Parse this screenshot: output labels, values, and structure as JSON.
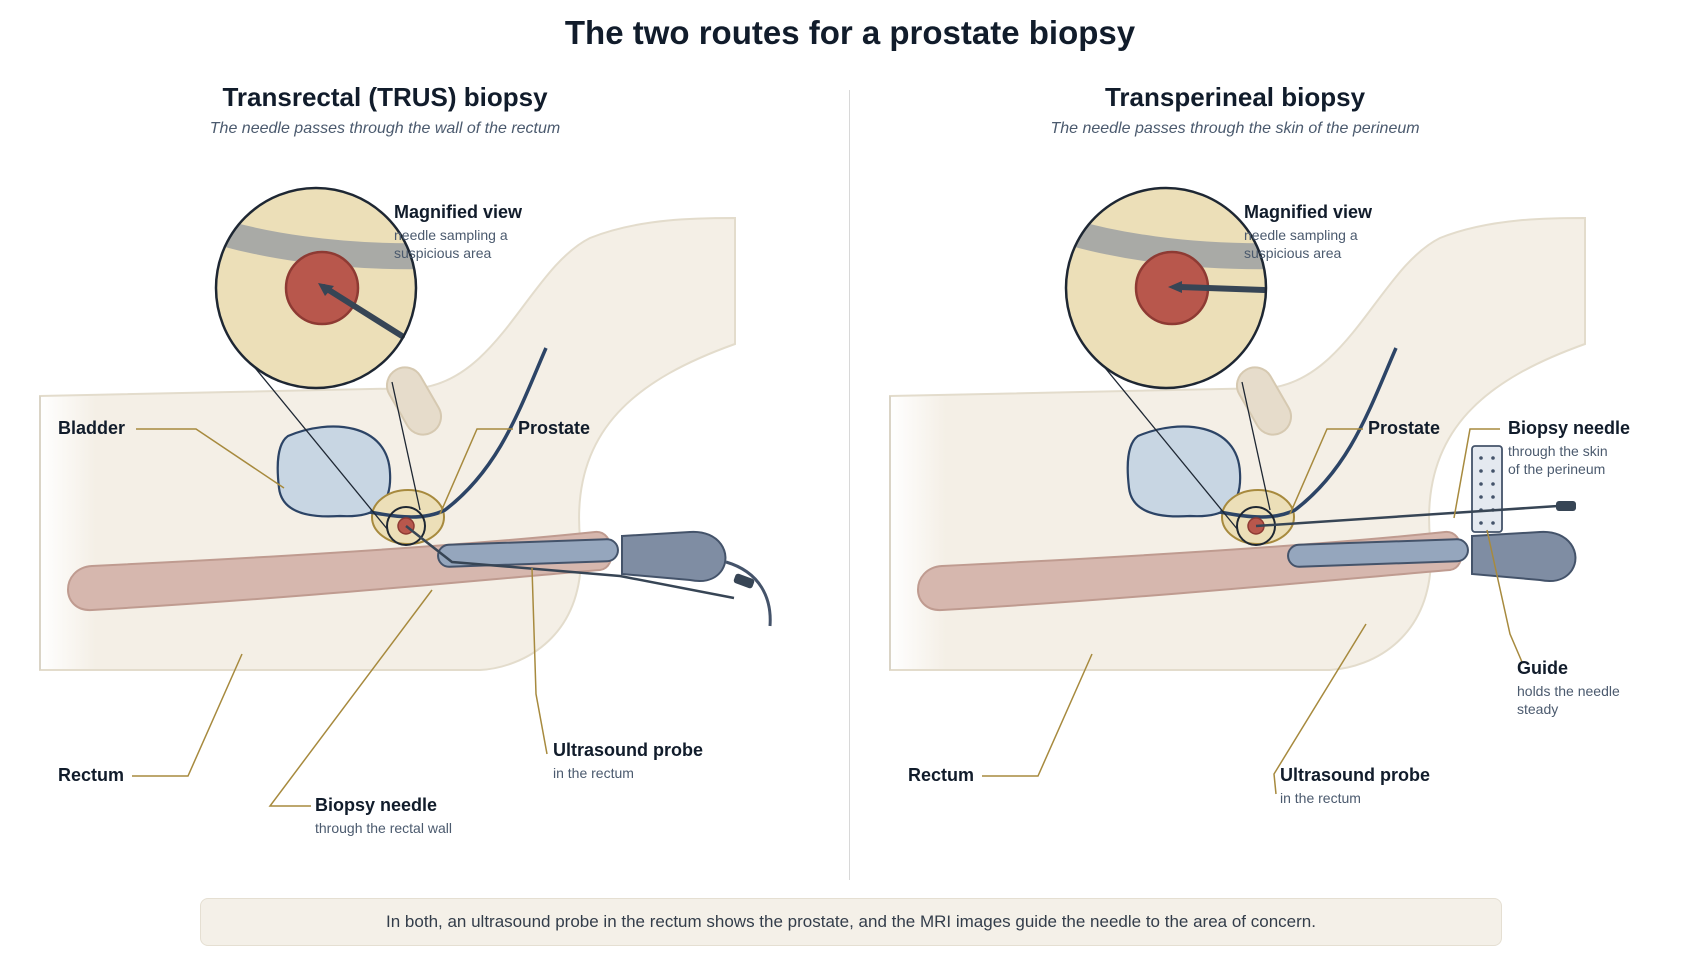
{
  "title": "The two routes for a prostate biopsy",
  "left_panel": {
    "title": "Transrectal (TRUS) biopsy",
    "subtitle": "The needle passes through the wall of the rectum",
    "labels": {
      "magnified": "Magnified view",
      "magnified_sub_1": "needle sampling a",
      "magnified_sub_2": "suspicious area",
      "bladder": "Bladder",
      "prostate": "Prostate",
      "rectum": "Rectum",
      "probe": "Ultrasound probe",
      "probe_sub": "in the rectum",
      "needle": "Biopsy needle",
      "needle_sub": "through the rectal wall"
    }
  },
  "right_panel": {
    "title": "Transperineal biopsy",
    "subtitle": "The needle passes through the skin of the perineum",
    "labels": {
      "magnified": "Magnified view",
      "magnified_sub_1": "needle sampling a",
      "magnified_sub_2": "suspicious area",
      "prostate": "Prostate",
      "needle": "Biopsy needle",
      "needle_sub_1": "through the skin",
      "needle_sub_2": "of the perineum",
      "guide": "Guide",
      "guide_sub_1": "holds the needle",
      "guide_sub_2": "steady",
      "rectum": "Rectum",
      "probe": "Ultrasound probe",
      "probe_sub": "in the rectum"
    }
  },
  "footer": "In both, an ultrasound probe in the rectum shows the prostate, and the MRI images guide the needle to the area of concern.",
  "colors": {
    "body": "#f4efe6",
    "bladder": "#c8d6e3",
    "prostate": "#ecdfb8",
    "lesion": "#b8574c",
    "rectum": "#d6b7ae",
    "probe": "#7f8da3",
    "needle": "#374555",
    "leader": "#a78a3e",
    "urethra": "#2c4466"
  }
}
